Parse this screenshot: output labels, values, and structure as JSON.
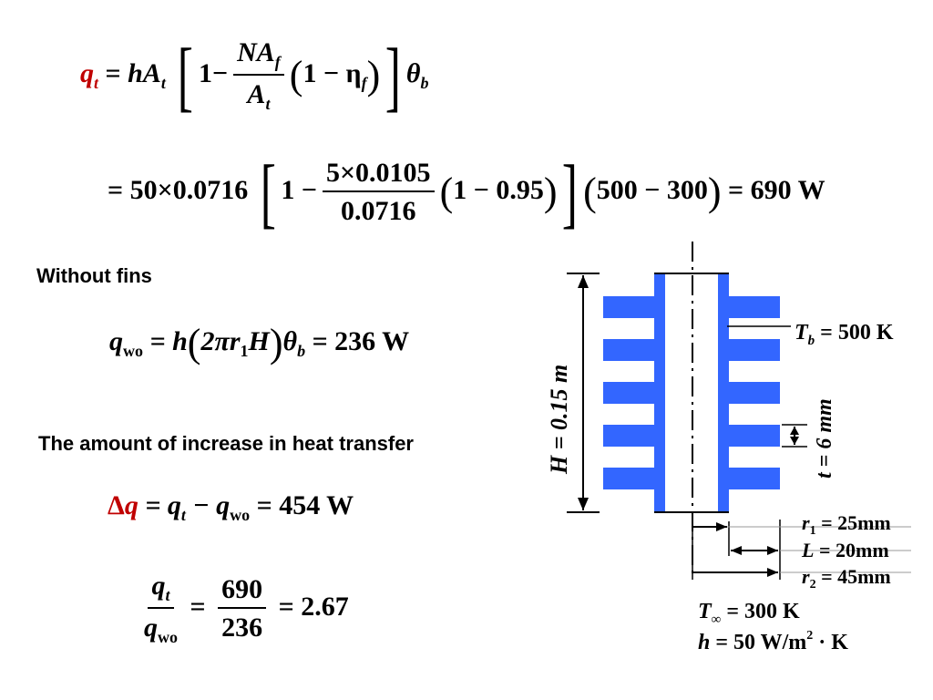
{
  "equations": {
    "eq1": {
      "lhs": "q",
      "lhs_sub": "t",
      "eq": "= ",
      "h": "h",
      "A": "A",
      "A_sub": "t",
      "one": "1",
      "minus": "−",
      "num_N": "N",
      "num_A": "A",
      "num_sub": "f",
      "den_A": "A",
      "den_sub": "t",
      "inner": "1 − η",
      "inner_sub": "f",
      "theta": "θ",
      "theta_sub": "b"
    },
    "eq2": {
      "pre": "= 50×0.0716",
      "one_minus": "1 −",
      "num": "5×0.0105",
      "den": "0.0716",
      "paren1": "1 − 0.95",
      "paren2": "500 − 300",
      "result": "= 690  W"
    },
    "without_fins_label": "Without fins",
    "eq3": {
      "q": "q",
      "q_sub": "wo",
      "eq": "= h",
      "paren": "2πr",
      "r_sub": "1",
      "H": "H",
      "theta": "θ",
      "theta_sub": "b",
      "result": "= 236  W"
    },
    "increase_label": "The amount of increase in heat transfer",
    "eq4": {
      "delta": "Δ",
      "q": "q",
      "eq": "= q",
      "t_sub": "t",
      "minus": "− q",
      "wo_sub": "wo",
      "result": "= 454 W"
    },
    "eq5": {
      "num_q": "q",
      "num_sub": "t",
      "den_q": "q",
      "den_sub": "wo",
      "eq1": "=",
      "num": "690",
      "den": "236",
      "result": "= 2.67"
    }
  },
  "diagram": {
    "H_label": "H = 0.15 m",
    "t_label": "t = 6 mm",
    "Tb": {
      "symbol": "T",
      "sub": "b",
      "value": " = 500 K"
    },
    "r1": {
      "symbol": "r",
      "sub": "1",
      "value": " = 25mm"
    },
    "L": {
      "symbol": "L",
      "value": " = 20mm"
    },
    "r2": {
      "symbol": "r",
      "sub": "2",
      "value": " = 45mm"
    },
    "Tinf": {
      "symbol": "T",
      "sub": "∞",
      "value": " = 300 K"
    },
    "h": {
      "symbol": "h",
      "value": " = 50  W/m",
      "sup": "2",
      "unit_tail": " · K"
    },
    "colors": {
      "fin": "#3366ff"
    }
  }
}
